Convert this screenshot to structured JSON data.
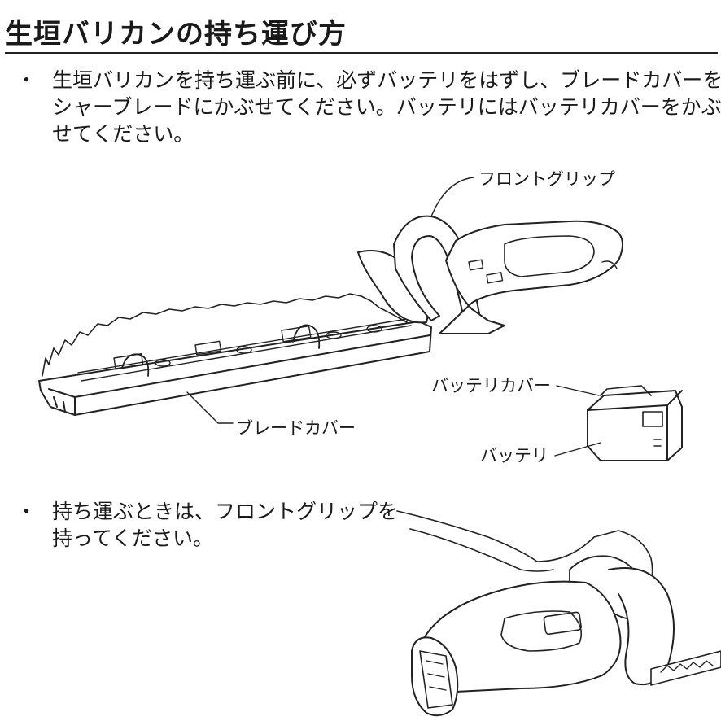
{
  "page": {
    "title": "生垣バリカンの持ち運び方"
  },
  "bullets": [
    {
      "marker": "・",
      "text": "生垣バリカンを持ち運ぶ前に、必ずバッテリをはずし、ブレードカバーをシャーブレードにかぶせてください。バッテリにはバッテリカバーをかぶせてください。"
    },
    {
      "marker": "・",
      "text": "持ち運ぶときは、フロントグリップを持ってください。"
    }
  ],
  "callouts": {
    "front_grip": "フロントグリップ",
    "blade_cover": "ブレードカバー",
    "battery_cover": "バッテリカバー",
    "battery": "バッテリ"
  }
}
